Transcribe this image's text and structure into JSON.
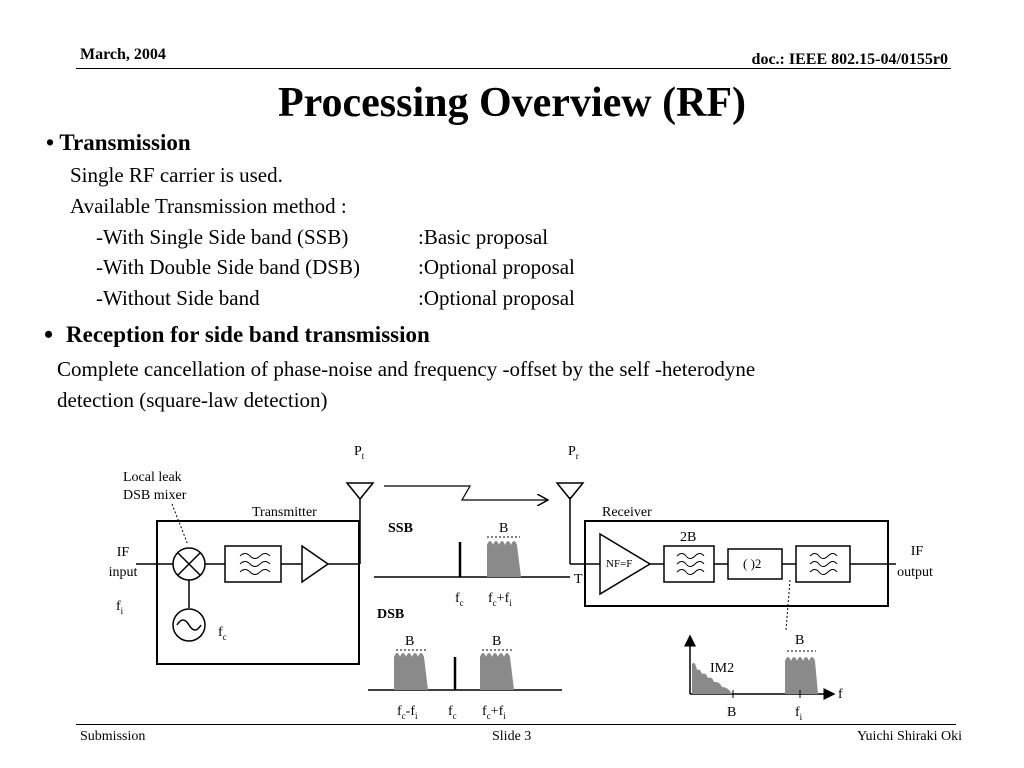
{
  "header": {
    "date": "March, 2004",
    "doc": "doc.: IEEE 802.15-04/0155r0"
  },
  "title": "Processing Overview (RF)",
  "transmission": {
    "bullet": "•",
    "heading": "Transmission",
    "lines": [
      "Single RF carrier  is used.",
      "Available Transmission method :"
    ],
    "methods": [
      {
        "name": "-With Single Side band (SSB)",
        "desc": ":Basic proposal"
      },
      {
        "name": "-With Double Side band (DSB)",
        "desc": ":Optional proposal"
      },
      {
        "name": "-Without Side band",
        "desc": ":Optional proposal"
      }
    ]
  },
  "reception": {
    "bullet": "•",
    "heading": "Reception for side band transmission",
    "lines": [
      "Complete cancellation of phase-noise and frequency -offset by the self -heterodyne",
      "detection (square-law detection)"
    ]
  },
  "diagram": {
    "local_leak_1": "Local leak",
    "local_leak_2": "DSB mixer",
    "transmitter": "Transmitter",
    "receiver": "Receiver",
    "if_input_1": "IF",
    "if_input_2": "input",
    "if_output_1": "IF",
    "if_output_2": "output",
    "fi": "f",
    "fi_sub": "i",
    "fc": "f",
    "fc_sub": "c",
    "pt": "P",
    "pt_sub": "t",
    "pr": "P",
    "pr_sub": "r",
    "ssb": "SSB",
    "dsb": "DSB",
    "b": "B",
    "two_b": "2B",
    "nf": "NF=F",
    "square": "( )2",
    "im2": "IM2",
    "t": "T",
    "f": "f",
    "plus": "+",
    "minus": "-"
  },
  "footer": {
    "left": "Submission",
    "center": "Slide 3",
    "right": "Yuichi Shiraki  Oki"
  }
}
